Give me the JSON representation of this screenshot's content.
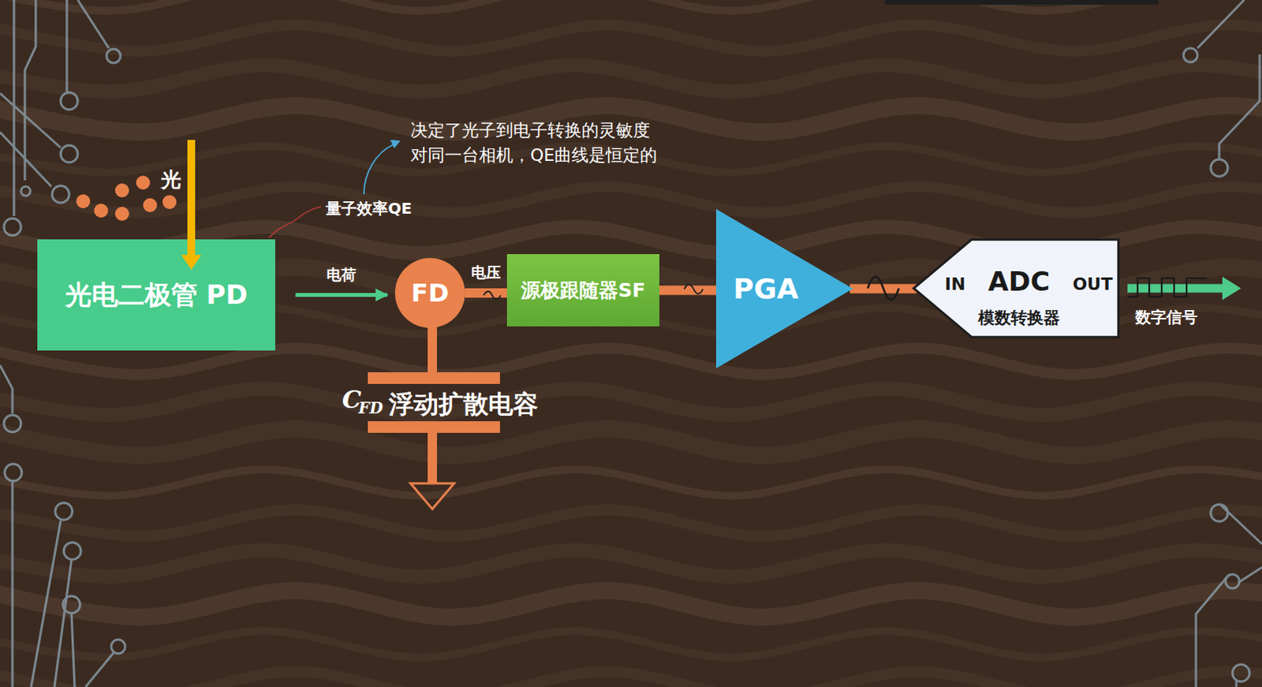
{
  "diagram": {
    "nodes": [
      {
        "text": [
          "光电二极管 PD"
        ]
      },
      {
        "text": [
          "FD"
        ]
      },
      {
        "text": [
          "源极跟随器SF"
        ]
      },
      {
        "text": [
          "PGA"
        ]
      },
      {
        "text": [
          "IN",
          "ADC",
          "OUT",
          "模数转换器"
        ]
      }
    ],
    "edges": [
      {
        "from": 0,
        "to": 1,
        "arrow": "to",
        "label": "电荷"
      },
      {
        "from": 1,
        "to": 2,
        "arrow": "none",
        "label": "电压"
      },
      {
        "from": 2,
        "to": 3,
        "arrow": "none"
      },
      {
        "from": 3,
        "to": 4,
        "arrow": "none"
      }
    ],
    "labels": [
      "光",
      "量子效率QE",
      "决定了光子到电子转换的灵敏度 对同一台相机，QE曲线是恒定的",
      "C",
      "FD",
      "浮动扩散电容",
      "数字信号"
    ]
  }
}
